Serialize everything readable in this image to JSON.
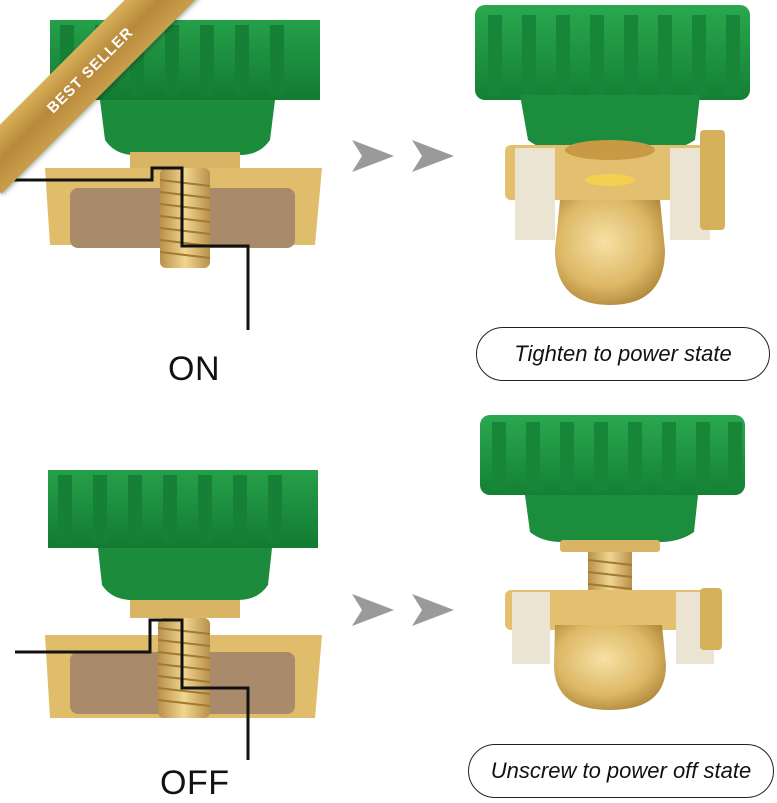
{
  "banner": {
    "text": "BEST SELLER",
    "color": "#c9a04d"
  },
  "top": {
    "state_label": "ON",
    "caption": "Tighten to power state"
  },
  "bottom": {
    "state_label": "OFF",
    "caption": "Unscrew to power off state"
  },
  "colors": {
    "knob_green": "#1f8a3e",
    "brass": "#d8b25e",
    "brass_dark": "#a98236",
    "insulator": "#a38363",
    "arrow_gray": "#9a9a9a"
  },
  "icons": [
    "chevron-right-icon",
    "chevron-right-icon"
  ]
}
